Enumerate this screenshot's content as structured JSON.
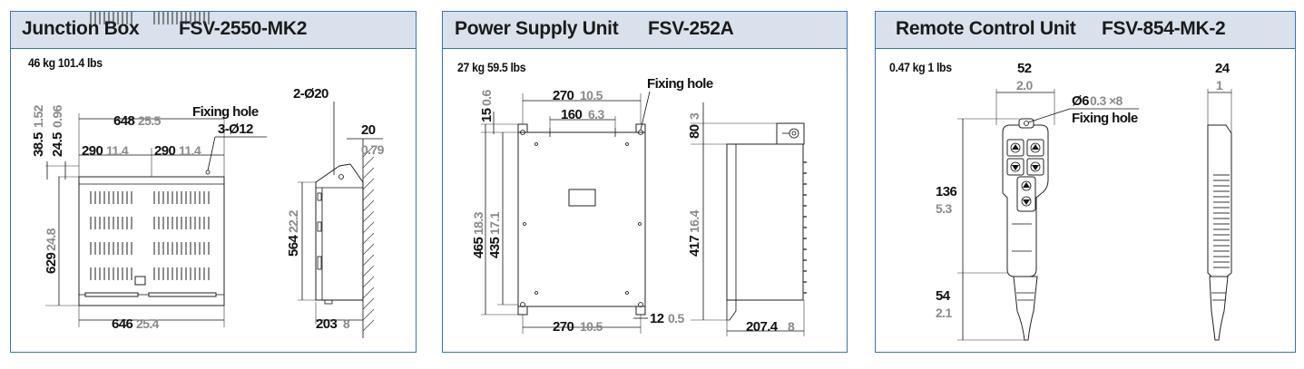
{
  "panels": [
    {
      "name": "Junction Box",
      "model": "FSV-2550-MK2",
      "weight": "46 kg  101.4 lbs",
      "dims": {
        "top_width": "648",
        "top_width_in": "25.5",
        "half1": "290",
        "half1_in": "11.4",
        "half2": "290",
        "half2_in": "11.4",
        "bottom_width": "646",
        "bottom_width_in": "25.4",
        "height": "629",
        "height_in": "24.8",
        "v38": "38.5",
        "v38_in": "1.52",
        "v24": "24.5",
        "v24_in": "0.96",
        "side_height": "564",
        "side_height_in": "22.2",
        "depth": "203",
        "depth_in": "8",
        "wall": "20",
        "wall_in": "0.79",
        "holes": "2-Ø20",
        "fixing_label": "Fixing hole",
        "fixing_count": "3-Ø12"
      }
    },
    {
      "name": "Power Supply Unit",
      "model": "FSV-252A",
      "weight": "27 kg 59.5 lbs",
      "dims": {
        "top_width": "270",
        "top_width_in": "10.5",
        "inner_width": "160",
        "inner_width_in": "6.3",
        "bottom_width": "270",
        "bottom_width_in": "10.5",
        "v15": "15",
        "v15_in": "0.6",
        "height": "465",
        "height_in": "18.3",
        "inner_height": "435",
        "inner_height_in": "17.1",
        "offset": "12",
        "offset_in": "0.5",
        "top_offset": "80",
        "top_offset_in": "3",
        "side_height": "417",
        "side_height_in": "16.4",
        "depth": "207.4",
        "depth_in": "8",
        "fixing_label": "Fixing hole"
      }
    },
    {
      "name": "Remote Control Unit",
      "model": "FSV-854-MK-2",
      "weight": "0.47 kg 1 lbs",
      "dims": {
        "width": "52",
        "width_in": "2.0",
        "thickness": "24",
        "thickness_in": "1",
        "hole_size": "Ø6",
        "hole_detail": "0.3 ×8",
        "fixing_label": "Fixing hole",
        "body_height": "136",
        "body_height_in": "5.3",
        "cable_height": "54",
        "cable_height_in": "2.1"
      }
    }
  ],
  "colors": {
    "border": "#3a73b5",
    "header_bg": "#d9e1ec",
    "imperial": "#8a8a8a"
  }
}
